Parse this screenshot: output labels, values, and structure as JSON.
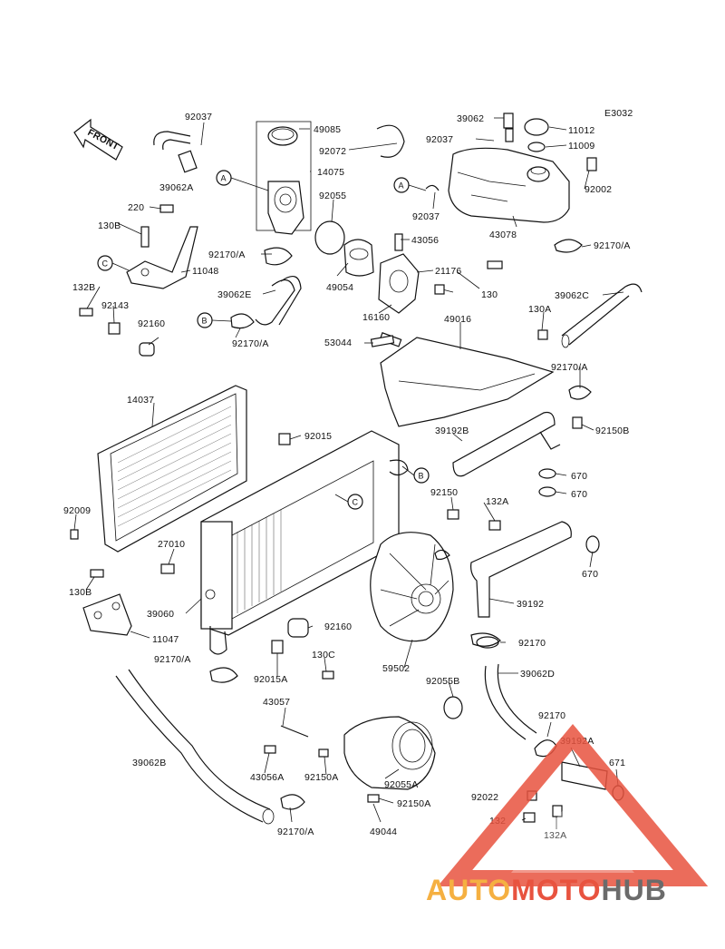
{
  "diagram_code": "E3032",
  "front_label": "FRONT",
  "callouts": [
    "A",
    "B",
    "C"
  ],
  "parts": [
    {
      "id": "p92037a",
      "text": "92037"
    },
    {
      "id": "p49085",
      "text": "49085"
    },
    {
      "id": "p92072",
      "text": "92072"
    },
    {
      "id": "p14075",
      "text": "14075"
    },
    {
      "id": "p39062a",
      "text": "39062A"
    },
    {
      "id": "p92055",
      "text": "92055"
    },
    {
      "id": "p220",
      "text": "220"
    },
    {
      "id": "p130b",
      "text": "130B"
    },
    {
      "id": "p92170a1",
      "text": "92170/A"
    },
    {
      "id": "p11048",
      "text": "11048"
    },
    {
      "id": "p39062e",
      "text": "39062E"
    },
    {
      "id": "p49054",
      "text": "49054"
    },
    {
      "id": "p132b",
      "text": "132B"
    },
    {
      "id": "p92143",
      "text": "92143"
    },
    {
      "id": "p92170a2",
      "text": "92170/A"
    },
    {
      "id": "p92160a",
      "text": "92160"
    },
    {
      "id": "p39062",
      "text": "39062"
    },
    {
      "id": "p92037b",
      "text": "92037"
    },
    {
      "id": "p11012",
      "text": "11012"
    },
    {
      "id": "p11009",
      "text": "11009"
    },
    {
      "id": "p92002",
      "text": "92002"
    },
    {
      "id": "p92037c",
      "text": "92037"
    },
    {
      "id": "p43056",
      "text": "43056"
    },
    {
      "id": "p43078",
      "text": "43078"
    },
    {
      "id": "p92170a3",
      "text": "92170/A"
    },
    {
      "id": "p21176",
      "text": "21176"
    },
    {
      "id": "p130",
      "text": "130"
    },
    {
      "id": "p39062c",
      "text": "39062C"
    },
    {
      "id": "p16160",
      "text": "16160"
    },
    {
      "id": "p49016",
      "text": "49016"
    },
    {
      "id": "p130a",
      "text": "130A"
    },
    {
      "id": "p53044",
      "text": "53044"
    },
    {
      "id": "p92170a4",
      "text": "92170/A"
    },
    {
      "id": "p14037",
      "text": "14037"
    },
    {
      "id": "p92015",
      "text": "92015"
    },
    {
      "id": "p39192b",
      "text": "39192B"
    },
    {
      "id": "p92150b",
      "text": "92150B"
    },
    {
      "id": "p670a",
      "text": "670"
    },
    {
      "id": "p670b",
      "text": "670"
    },
    {
      "id": "p92150",
      "text": "92150"
    },
    {
      "id": "p132a1",
      "text": "132A"
    },
    {
      "id": "p92009",
      "text": "92009"
    },
    {
      "id": "p27010",
      "text": "27010"
    },
    {
      "id": "p670c",
      "text": "670"
    },
    {
      "id": "p130b2",
      "text": "130B"
    },
    {
      "id": "p39060",
      "text": "39060"
    },
    {
      "id": "p39192",
      "text": "39192"
    },
    {
      "id": "p92160b",
      "text": "92160"
    },
    {
      "id": "p11047",
      "text": "11047"
    },
    {
      "id": "p92170",
      "text": "92170"
    },
    {
      "id": "p92170a5",
      "text": "92170/A"
    },
    {
      "id": "p130c",
      "text": "130C"
    },
    {
      "id": "p92015a",
      "text": "92015A"
    },
    {
      "id": "p59502",
      "text": "59502"
    },
    {
      "id": "p39062d",
      "text": "39062D"
    },
    {
      "id": "p92055b",
      "text": "92055B"
    },
    {
      "id": "p43057",
      "text": "43057"
    },
    {
      "id": "p92170b",
      "text": "92170"
    },
    {
      "id": "p92192a",
      "text": "39192A"
    },
    {
      "id": "p39062b",
      "text": "39062B"
    },
    {
      "id": "p671",
      "text": "671"
    },
    {
      "id": "p43056a",
      "text": "43056A"
    },
    {
      "id": "p92150a1",
      "text": "92150A"
    },
    {
      "id": "p92055a",
      "text": "92055A"
    },
    {
      "id": "p92022",
      "text": "92022"
    },
    {
      "id": "p92150a2",
      "text": "92150A"
    },
    {
      "id": "p132",
      "text": "132"
    },
    {
      "id": "p132a2",
      "text": "132A"
    },
    {
      "id": "p92170a6",
      "text": "92170/A"
    },
    {
      "id": "p49044",
      "text": "49044"
    }
  ],
  "watermark": {
    "part1": "AUTO",
    "part2": "MOTO",
    "part3": "HUB",
    "colors": {
      "auto": "#f5b041",
      "moto": "#e8533f",
      "hub": "#6b6b6b",
      "triangle": "#e8533f"
    }
  }
}
